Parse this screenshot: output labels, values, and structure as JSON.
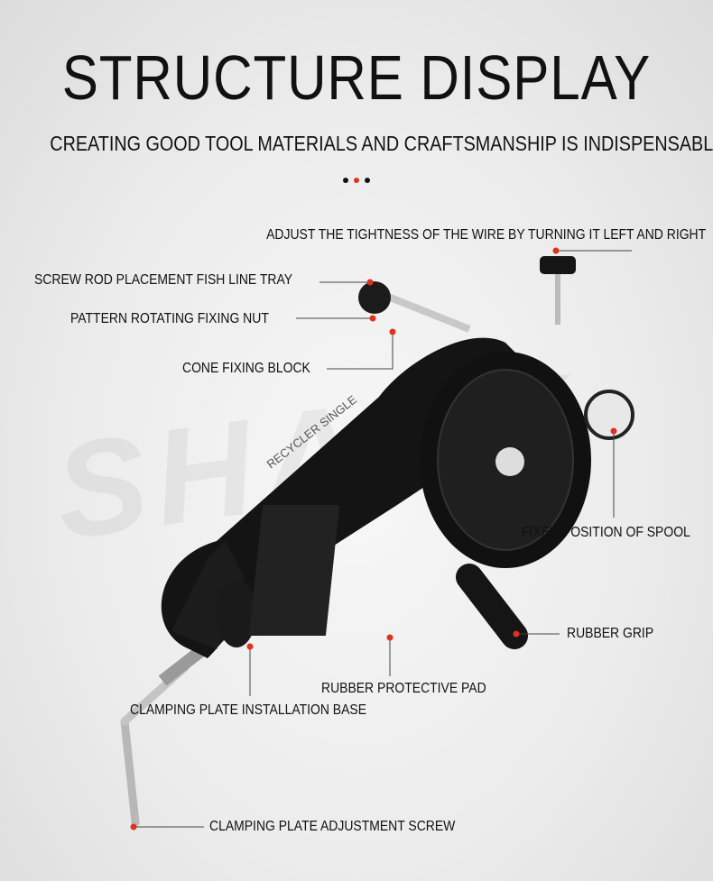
{
  "header": {
    "title": "STRUCTURE DISPLAY",
    "subtitle": "CREATING GOOD TOOL MATERIALS AND CRAFTSMANSHIP IS INDISPENSABLE"
  },
  "watermark": "SHARK",
  "product_text": "RECYCLER SINGLE",
  "callouts": [
    {
      "id": "tightness",
      "label": "ADJUST THE TIGHTNESS OF THE WIRE BY TURNING IT LEFT AND RIGHT"
    },
    {
      "id": "tray",
      "label": "SCREW ROD PLACEMENT FISH LINE TRAY"
    },
    {
      "id": "nut",
      "label": "PATTERN ROTATING FIXING NUT"
    },
    {
      "id": "cone",
      "label": "CONE FIXING BLOCK"
    },
    {
      "id": "spool",
      "label": "FIXED POSITION OF SPOOL"
    },
    {
      "id": "grip",
      "label": "RUBBER GRIP"
    },
    {
      "id": "pad",
      "label": "RUBBER PROTECTIVE PAD"
    },
    {
      "id": "base",
      "label": "CLAMPING PLATE INSTALLATION BASE"
    },
    {
      "id": "screw",
      "label": "CLAMPING PLATE ADJUSTMENT SCREW"
    }
  ],
  "colors": {
    "accent": "#e0301e",
    "text": "#111111"
  }
}
